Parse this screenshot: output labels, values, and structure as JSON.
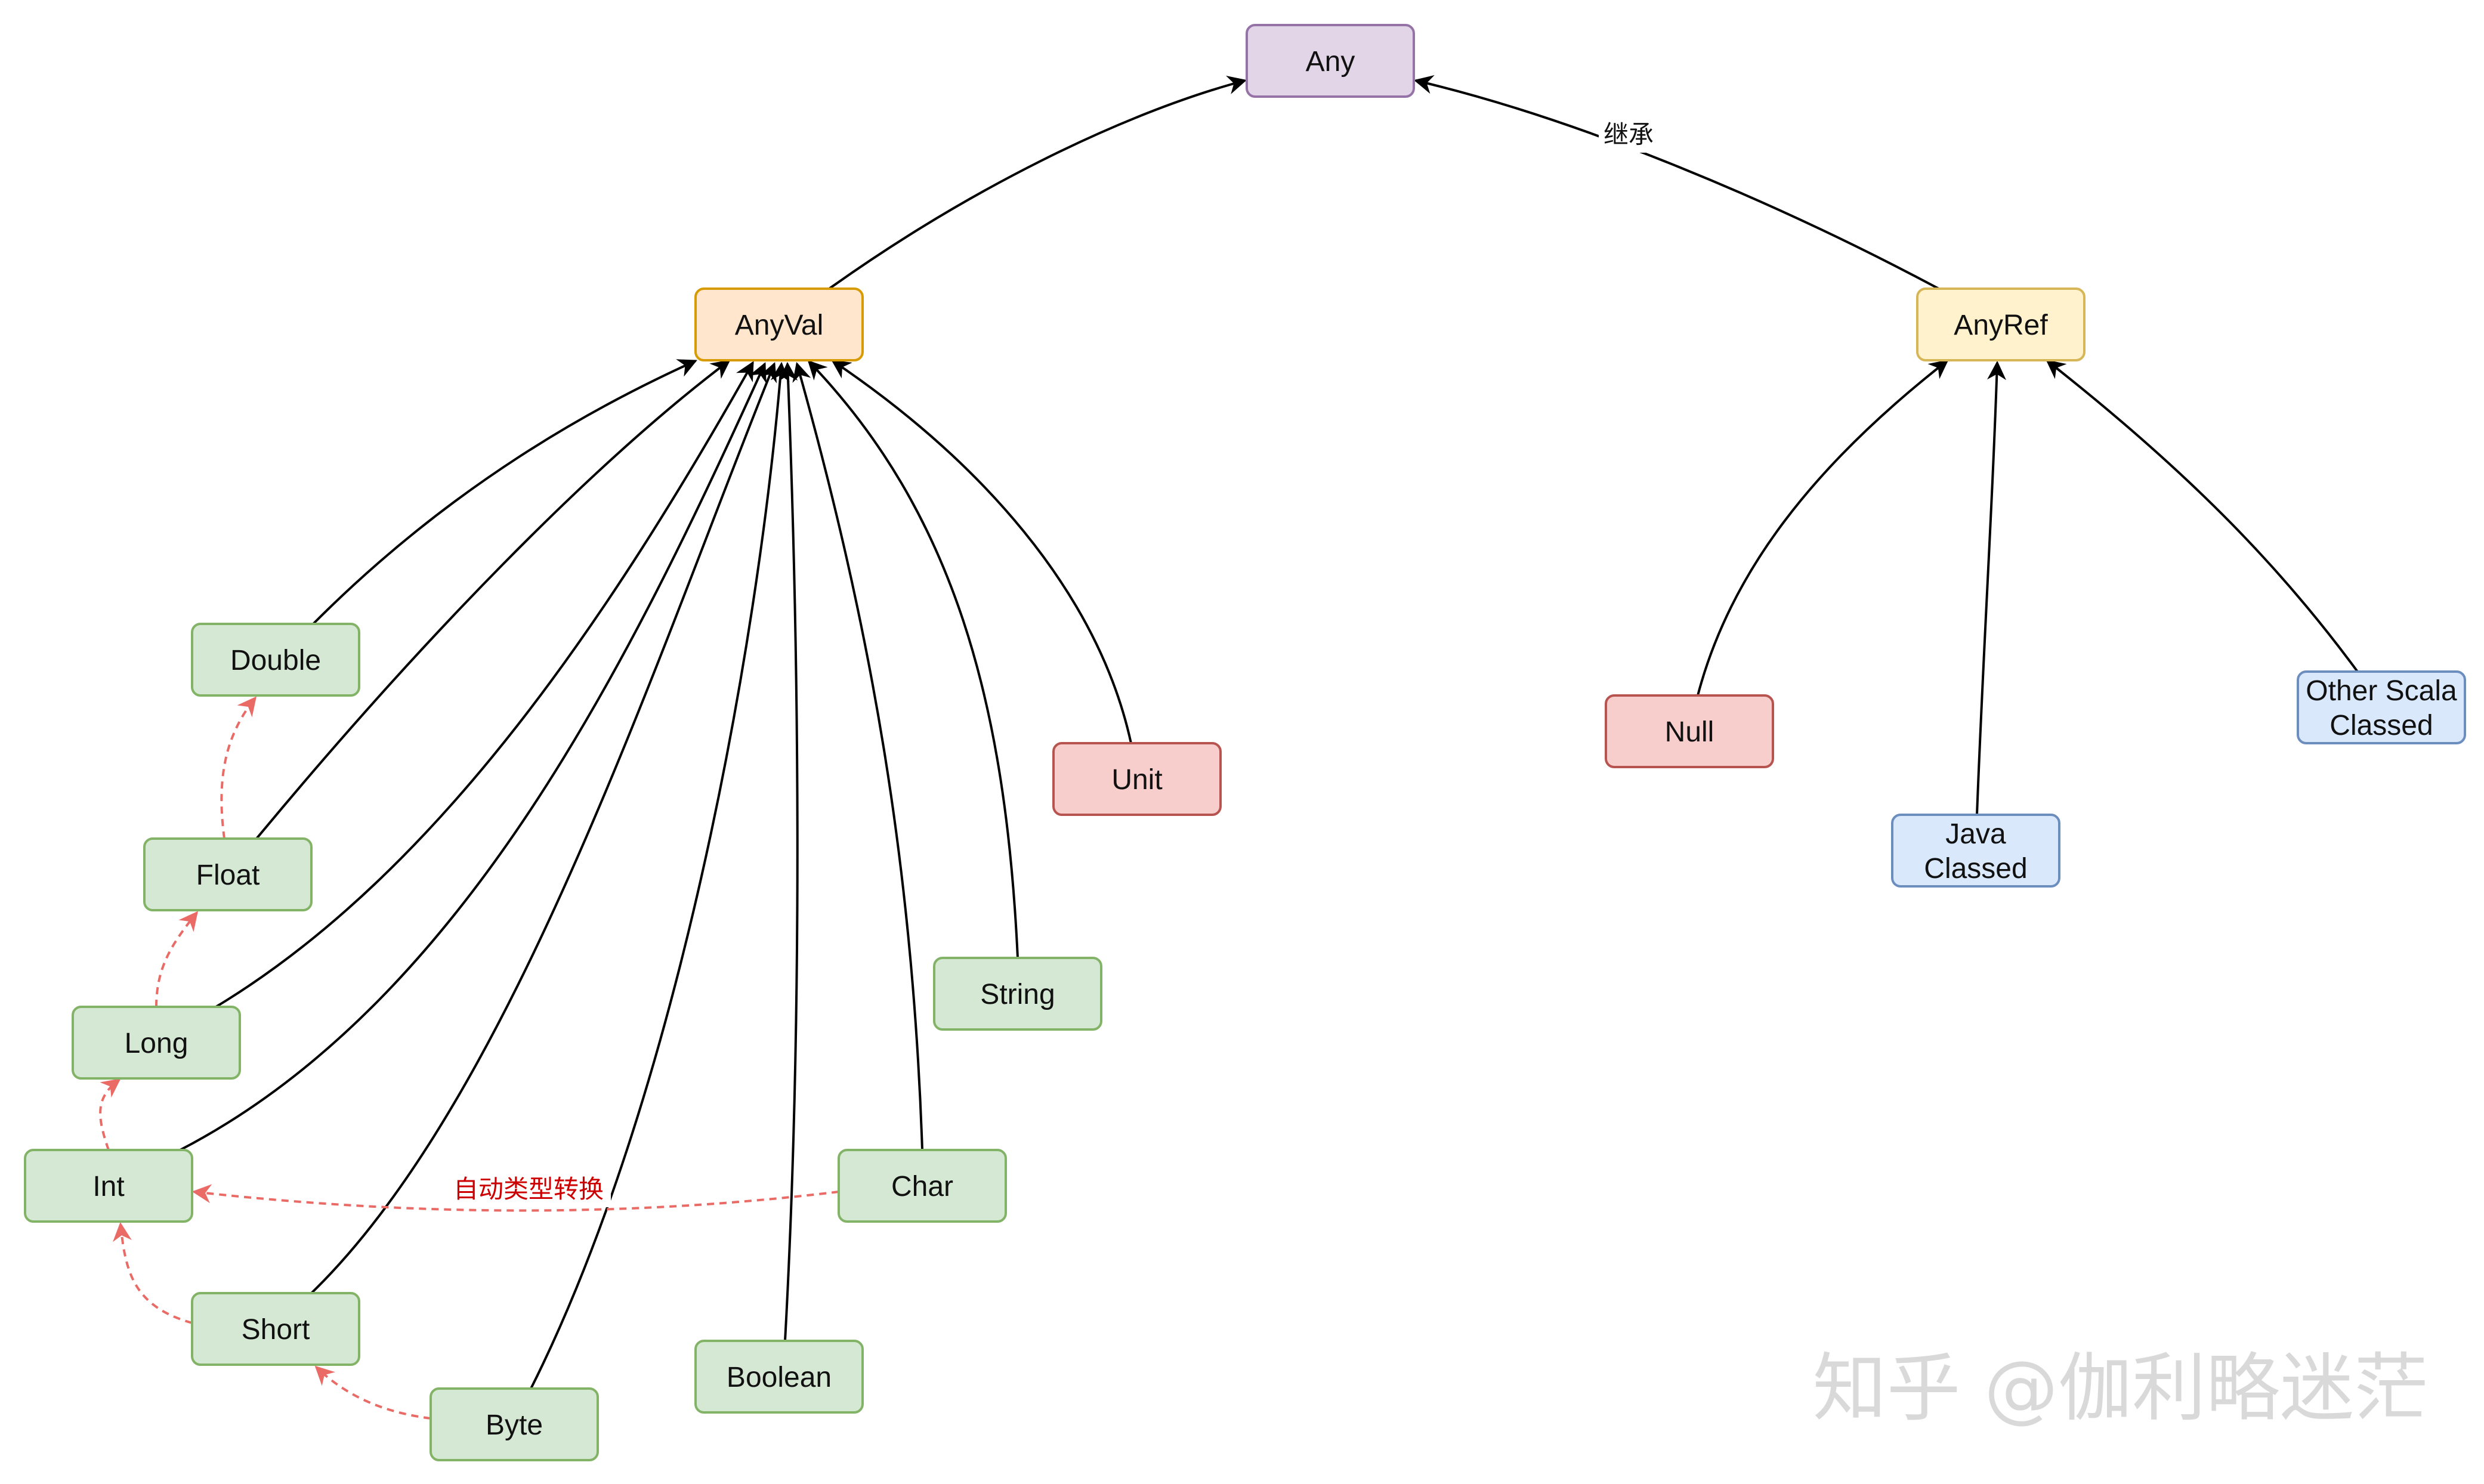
{
  "diagram": {
    "nodes": [
      {
        "id": "any",
        "lines": [
          "Any"
        ],
        "fill": "#e1d5e7",
        "stroke": "#9673a6"
      },
      {
        "id": "anyval",
        "lines": [
          "AnyVal"
        ],
        "fill": "#ffe6cc",
        "stroke": "#d79b00"
      },
      {
        "id": "anyref",
        "lines": [
          "AnyRef"
        ],
        "fill": "#fff2cc",
        "stroke": "#d6b656"
      },
      {
        "id": "double",
        "lines": [
          "Double"
        ],
        "fill": "#d5e8d4",
        "stroke": "#82b366"
      },
      {
        "id": "float",
        "lines": [
          "Float"
        ],
        "fill": "#d5e8d4",
        "stroke": "#82b366"
      },
      {
        "id": "long",
        "lines": [
          "Long"
        ],
        "fill": "#d5e8d4",
        "stroke": "#82b366"
      },
      {
        "id": "int",
        "lines": [
          "Int"
        ],
        "fill": "#d5e8d4",
        "stroke": "#82b366"
      },
      {
        "id": "short",
        "lines": [
          "Short"
        ],
        "fill": "#d5e8d4",
        "stroke": "#82b366"
      },
      {
        "id": "byte",
        "lines": [
          "Byte"
        ],
        "fill": "#d5e8d4",
        "stroke": "#82b366"
      },
      {
        "id": "boolean",
        "lines": [
          "Boolean"
        ],
        "fill": "#d5e8d4",
        "stroke": "#82b366"
      },
      {
        "id": "char",
        "lines": [
          "Char"
        ],
        "fill": "#d5e8d4",
        "stroke": "#82b366"
      },
      {
        "id": "string",
        "lines": [
          "String"
        ],
        "fill": "#d5e8d4",
        "stroke": "#82b366"
      },
      {
        "id": "unit",
        "lines": [
          "Unit"
        ],
        "fill": "#f8cecc",
        "stroke": "#b85450"
      },
      {
        "id": "null",
        "lines": [
          "Null"
        ],
        "fill": "#f8cecc",
        "stroke": "#b85450"
      },
      {
        "id": "java",
        "lines": [
          "Java",
          "Classed"
        ],
        "fill": "#dae8fc",
        "stroke": "#6c8ebf"
      },
      {
        "id": "otherscala",
        "lines": [
          "Other Scala",
          "Classed"
        ],
        "fill": "#dae8fc",
        "stroke": "#6c8ebf"
      }
    ],
    "edges": [
      {
        "from": "anyval",
        "to": "any",
        "style": "inherit"
      },
      {
        "from": "anyref",
        "to": "any",
        "style": "inherit",
        "label": "继承"
      },
      {
        "from": "double",
        "to": "anyval",
        "style": "inherit"
      },
      {
        "from": "float",
        "to": "anyval",
        "style": "inherit"
      },
      {
        "from": "long",
        "to": "anyval",
        "style": "inherit"
      },
      {
        "from": "int",
        "to": "anyval",
        "style": "inherit"
      },
      {
        "from": "short",
        "to": "anyval",
        "style": "inherit"
      },
      {
        "from": "byte",
        "to": "anyval",
        "style": "inherit"
      },
      {
        "from": "boolean",
        "to": "anyval",
        "style": "inherit"
      },
      {
        "from": "char",
        "to": "anyval",
        "style": "inherit"
      },
      {
        "from": "string",
        "to": "anyval",
        "style": "inherit"
      },
      {
        "from": "unit",
        "to": "anyval",
        "style": "inherit"
      },
      {
        "from": "null",
        "to": "anyref",
        "style": "inherit"
      },
      {
        "from": "java",
        "to": "anyref",
        "style": "inherit"
      },
      {
        "from": "otherscala",
        "to": "anyref",
        "style": "inherit"
      },
      {
        "from": "float",
        "to": "double",
        "style": "conversion"
      },
      {
        "from": "long",
        "to": "float",
        "style": "conversion"
      },
      {
        "from": "int",
        "to": "long",
        "style": "conversion"
      },
      {
        "from": "short",
        "to": "int",
        "style": "conversion"
      },
      {
        "from": "byte",
        "to": "short",
        "style": "conversion"
      },
      {
        "from": "char",
        "to": "int",
        "style": "conversion",
        "label": "自动类型转换"
      }
    ],
    "colors": {
      "inherit_edge": "#000000",
      "conversion_edge": "#ea6b66",
      "conversion_label": "#cc0000"
    }
  },
  "watermark": "知乎 @伽利略迷茫"
}
